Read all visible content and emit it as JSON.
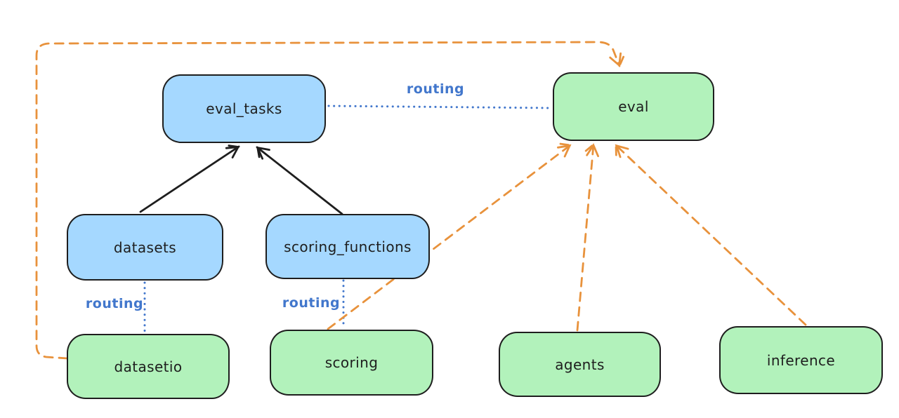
{
  "diagram": {
    "description": "Routing diagram connecting API nodes to implementation nodes",
    "colors": {
      "node_blue_fill": "#a5d8ff",
      "node_green_fill": "#b2f2bb",
      "node_border": "#1e1e1e",
      "edge_black": "#1e1e1e",
      "edge_blue": "#4277cc",
      "edge_orange": "#e8923c",
      "background": "#ffffff"
    },
    "nodes": [
      {
        "id": "eval_tasks",
        "label": "eval_tasks",
        "color": "blue"
      },
      {
        "id": "eval",
        "label": "eval",
        "color": "green"
      },
      {
        "id": "datasets",
        "label": "datasets",
        "color": "blue"
      },
      {
        "id": "scoring_functions",
        "label": "scoring_functions",
        "color": "blue"
      },
      {
        "id": "datasetio",
        "label": "datasetio",
        "color": "green"
      },
      {
        "id": "scoring",
        "label": "scoring",
        "color": "green"
      },
      {
        "id": "agents",
        "label": "agents",
        "color": "green"
      },
      {
        "id": "inference",
        "label": "inference",
        "color": "green"
      }
    ],
    "edges": [
      {
        "from": "eval_tasks",
        "to": "eval",
        "style": "dotted-blue",
        "label": "routing"
      },
      {
        "from": "datasets",
        "to": "eval_tasks",
        "style": "solid-black-arrow",
        "label": ""
      },
      {
        "from": "scoring_functions",
        "to": "eval_tasks",
        "style": "solid-black-arrow",
        "label": ""
      },
      {
        "from": "datasets",
        "to": "datasetio",
        "style": "dotted-blue",
        "label": "routing"
      },
      {
        "from": "scoring_functions",
        "to": "scoring",
        "style": "dotted-blue",
        "label": "routing"
      },
      {
        "from": "scoring",
        "to": "eval",
        "style": "dashed-orange-arrow",
        "label": ""
      },
      {
        "from": "agents",
        "to": "eval",
        "style": "dashed-orange-arrow",
        "label": ""
      },
      {
        "from": "inference",
        "to": "eval",
        "style": "dashed-orange-arrow",
        "label": ""
      },
      {
        "from": "datasetio",
        "to": "eval",
        "style": "dashed-orange-arrow",
        "label": ""
      }
    ]
  }
}
